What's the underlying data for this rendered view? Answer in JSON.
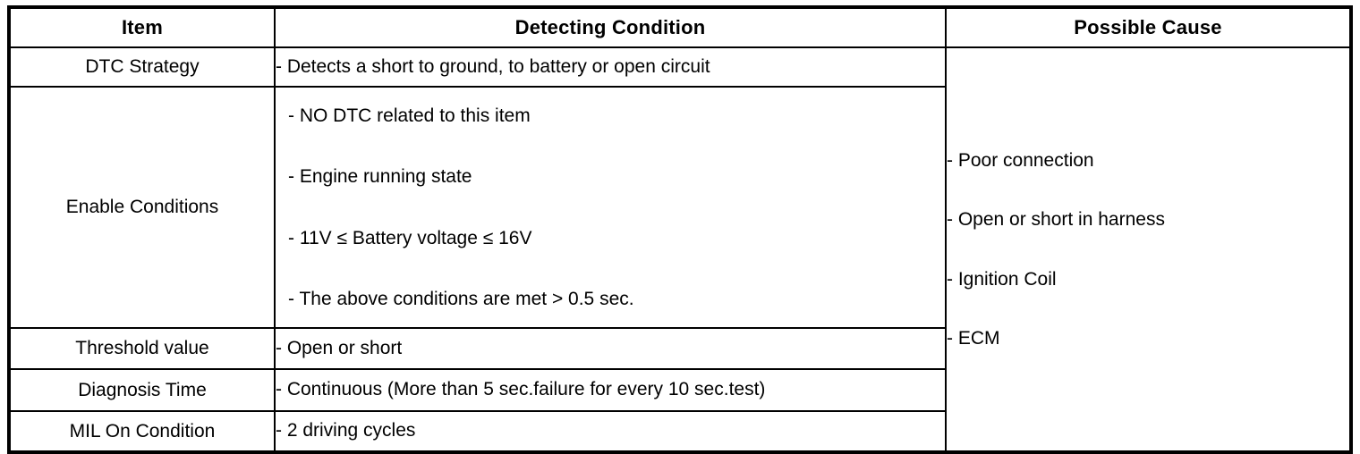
{
  "table": {
    "headers": [
      {
        "label": "Item"
      },
      {
        "label": "Detecting Condition"
      },
      {
        "label": "Possible Cause"
      }
    ],
    "rows": [
      {
        "item": "DTC Strategy",
        "condition_lines": [
          "-  Detects a short to ground, to battery or open circuit"
        ]
      },
      {
        "item": "Enable Conditions",
        "condition_lines": [
          "-  NO DTC related to this item",
          "-  Engine running state",
          "-  11V ≤ Battery voltage ≤ 16V",
          "-  The above conditions are met > 0.5 sec."
        ]
      },
      {
        "item": "Threshold value",
        "condition_lines": [
          "-  Open or short"
        ]
      },
      {
        "item": "Diagnosis Time",
        "condition_lines": [
          "-  Continuous (More than 5 sec.failure for every 10 sec.test)"
        ]
      },
      {
        "item": "MIL On Condition",
        "condition_lines": [
          "-  2 driving cycles"
        ]
      }
    ],
    "possible_causes": [
      "-  Poor connection",
      "-  Open or short in harness",
      "-  Ignition Coil",
      "-  ECM"
    ]
  },
  "style": {
    "border_color": "#000000",
    "background_color": "#ffffff",
    "text_color": "#000000"
  }
}
